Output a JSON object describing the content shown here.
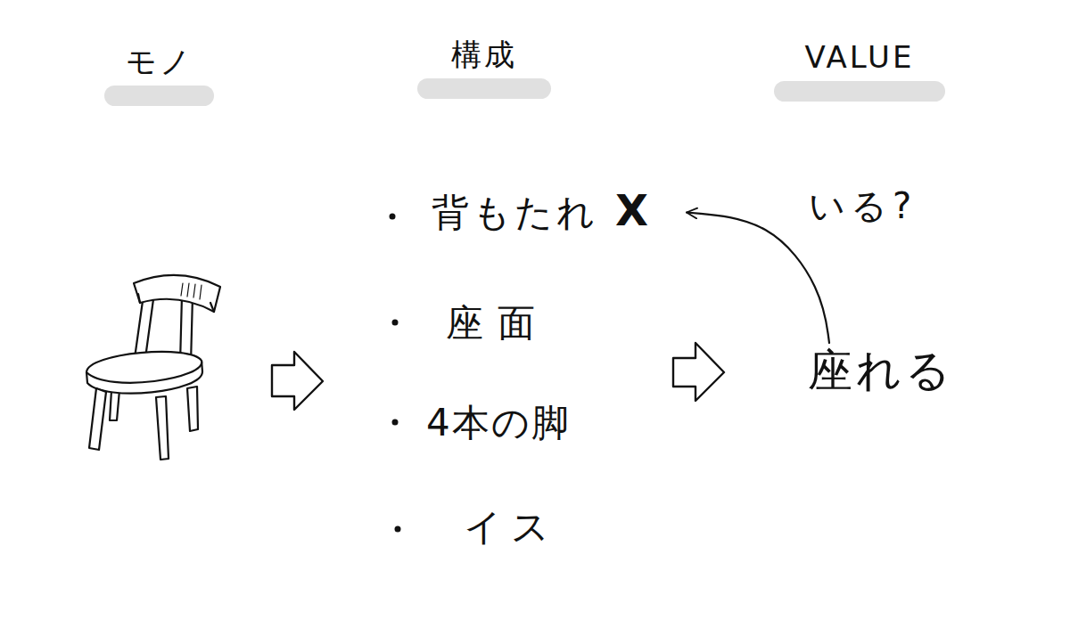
{
  "diagram": {
    "nodes": [
      {
        "text": [
          "モノ"
        ]
      },
      {
        "text": [
          "構成"
        ]
      },
      {
        "text": [
          "VALUE"
        ]
      },
      {
        "text": [
          "背もたれ"
        ]
      },
      {
        "text": [
          "座れる"
        ]
      }
    ],
    "edges": [
      {
        "from": 4,
        "to": 3,
        "arrow": "to",
        "label": "いる?"
      }
    ],
    "labels": [
      "X",
      "座面",
      "4本の脚",
      "イス"
    ]
  }
}
